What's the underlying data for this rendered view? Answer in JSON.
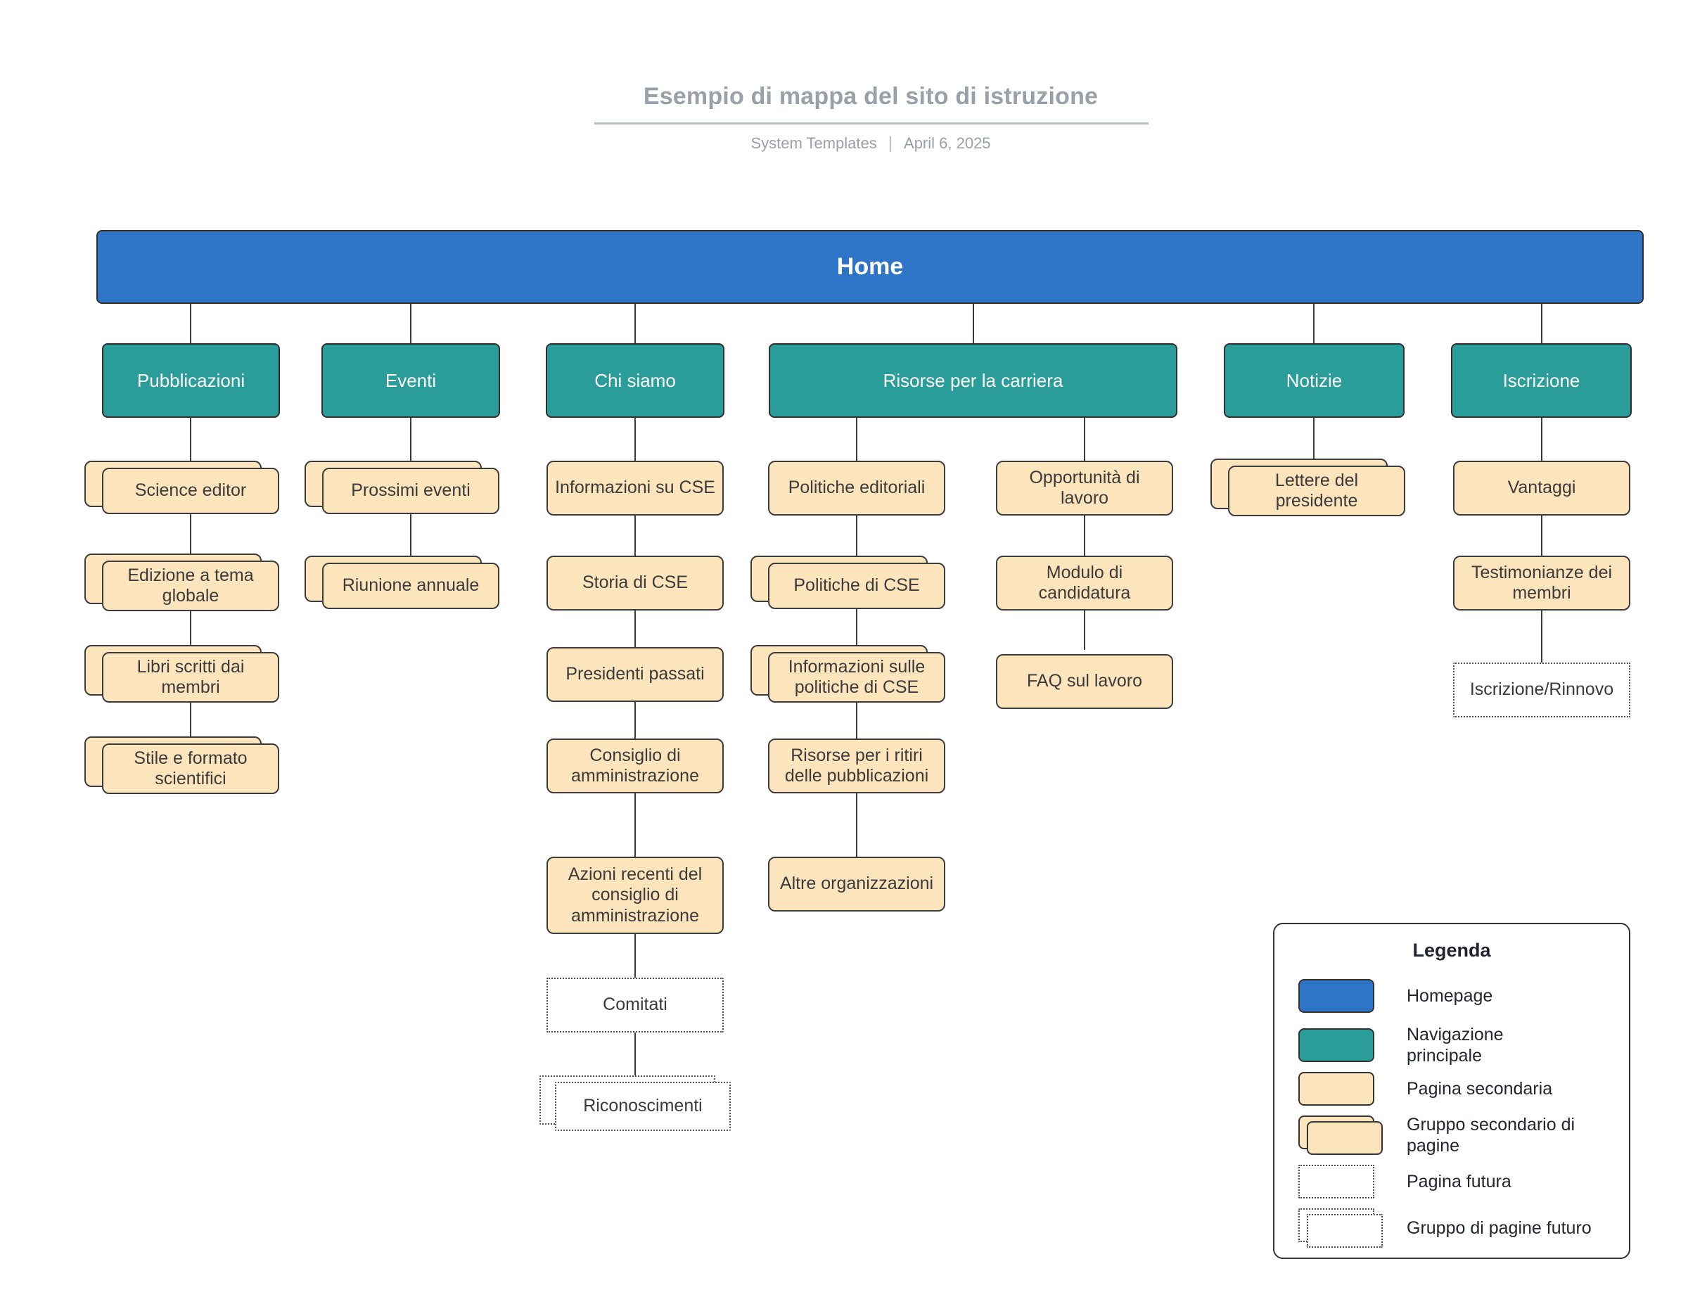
{
  "header": {
    "title": "Esempio di mappa del sito di istruzione",
    "source": "System Templates",
    "divider": "|",
    "date": "April 6, 2025"
  },
  "colors": {
    "homepage": "#2e74c7",
    "main_nav": "#2a9c99",
    "secondary_page": "#fce5bd",
    "border": "#3c3c3c"
  },
  "sitemap": {
    "home": {
      "label": "Home",
      "type": "homepage"
    },
    "sections": [
      {
        "label": "Pubblicazioni",
        "pages": [
          {
            "label": "Science editor",
            "type": "group"
          },
          {
            "label": "Edizione a tema globale",
            "type": "group"
          },
          {
            "label": "Libri scritti dai membri",
            "type": "group"
          },
          {
            "label": "Stile e formato scientifici",
            "type": "group"
          }
        ]
      },
      {
        "label": "Eventi",
        "pages": [
          {
            "label": "Prossimi eventi",
            "type": "group"
          },
          {
            "label": "Riunione annuale",
            "type": "group"
          }
        ]
      },
      {
        "label": "Chi siamo",
        "pages": [
          {
            "label": "Informazioni su CSE",
            "type": "page"
          },
          {
            "label": "Storia di CSE",
            "type": "page"
          },
          {
            "label": "Presidenti passati",
            "type": "page"
          },
          {
            "label": "Consiglio di amministrazione",
            "type": "page"
          },
          {
            "label": "Azioni recenti del consiglio di amministrazione",
            "type": "page"
          },
          {
            "label": "Comitati",
            "type": "future-page"
          },
          {
            "label": "Riconoscimenti",
            "type": "future-group"
          }
        ]
      },
      {
        "label": "Risorse per la carriera",
        "columns": [
          {
            "pages": [
              {
                "label": "Politiche editoriali",
                "type": "page"
              },
              {
                "label": "Politiche di CSE",
                "type": "group"
              },
              {
                "label": "Informazioni sulle politiche di CSE",
                "type": "group"
              },
              {
                "label": "Risorse per i ritiri delle pubblicazioni",
                "type": "page"
              },
              {
                "label": "Altre organizzazioni",
                "type": "page"
              }
            ]
          },
          {
            "pages": [
              {
                "label": "Opportunità di lavoro",
                "type": "page"
              },
              {
                "label": "Modulo di candidatura",
                "type": "page"
              },
              {
                "label": "FAQ sul lavoro",
                "type": "page"
              }
            ]
          }
        ]
      },
      {
        "label": "Notizie",
        "pages": [
          {
            "label": "Lettere del presidente",
            "type": "group"
          }
        ]
      },
      {
        "label": "Iscrizione",
        "pages": [
          {
            "label": "Vantaggi",
            "type": "page"
          },
          {
            "label": "Testimonianze dei membri",
            "type": "page"
          },
          {
            "label": "Iscrizione/Rinnovo",
            "type": "future-page"
          }
        ]
      }
    ]
  },
  "legend": {
    "title": "Legenda",
    "items": [
      {
        "label": "Homepage",
        "type": "homepage"
      },
      {
        "label": "Navigazione principale",
        "type": "main-navigation"
      },
      {
        "label": "Pagina secondaria",
        "type": "secondary-page"
      },
      {
        "label": "Gruppo secondario di pagine",
        "type": "secondary-page-group"
      },
      {
        "label": "Pagina futura",
        "type": "future-page"
      },
      {
        "label": "Gruppo di pagine futuro",
        "type": "future-page-group"
      }
    ]
  }
}
